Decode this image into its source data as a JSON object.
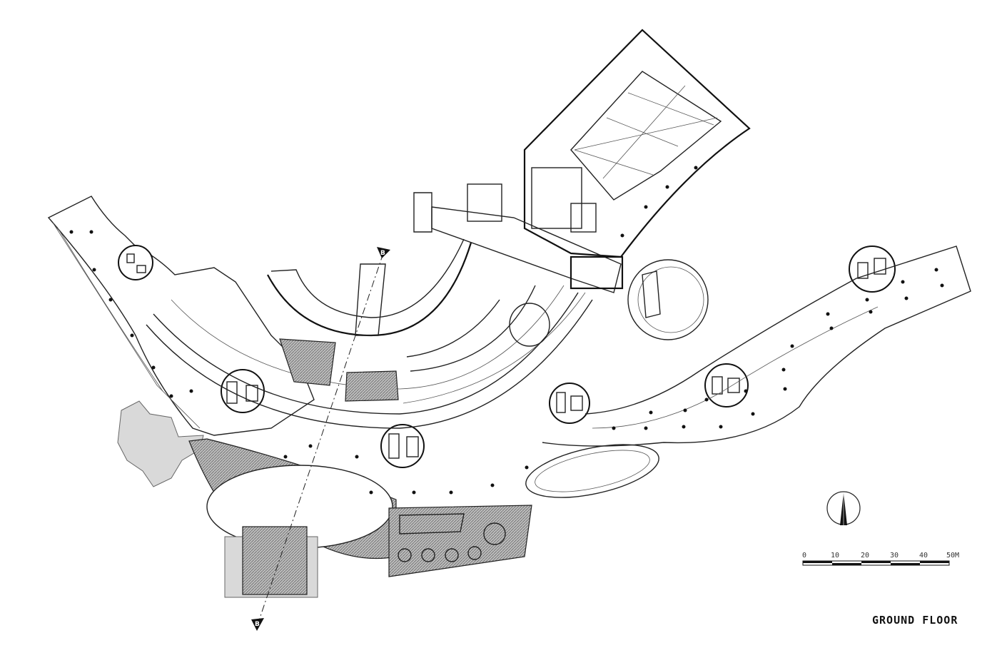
{
  "drawing": {
    "title": "GROUND FLOOR",
    "section_marker": "B",
    "scale_bar": {
      "labels": [
        "0",
        "10",
        "20",
        "30",
        "40",
        "50M"
      ]
    },
    "north_arrow": "north-arrow-icon"
  }
}
